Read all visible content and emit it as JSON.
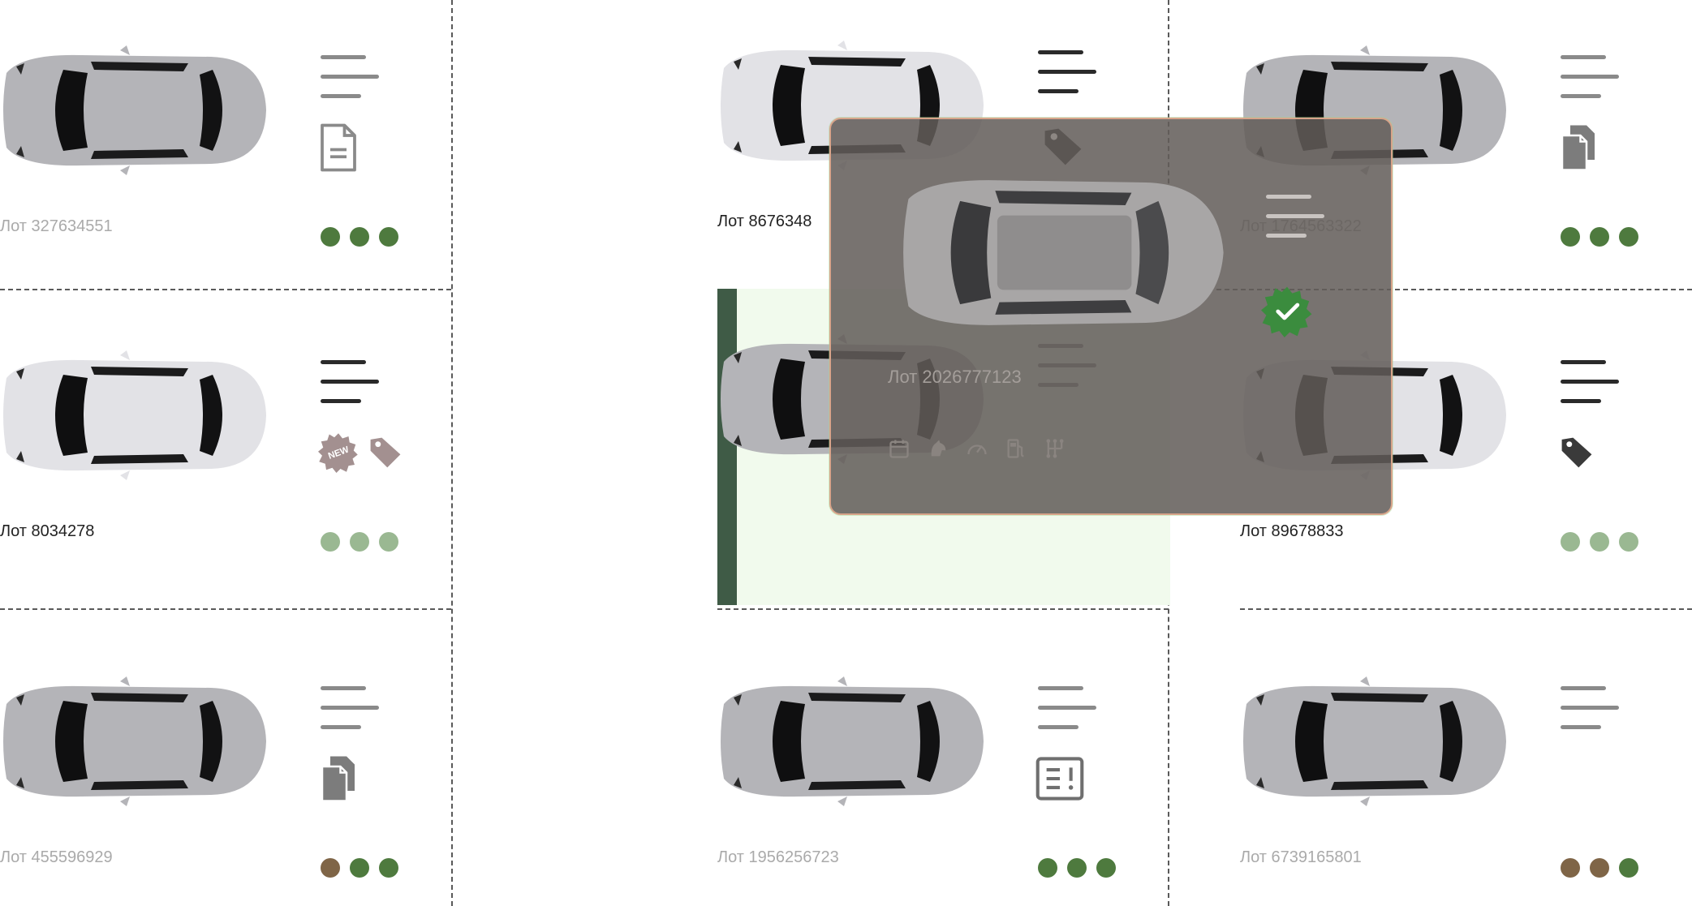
{
  "colors": {
    "green_dot": "#4e7a3e",
    "light_green_dot": "#9ab892",
    "brown_dot": "#7f6547",
    "selected_bar": "#3f5b46",
    "selected_bg": "#f1faed",
    "overlay_bg": "#625c58"
  },
  "lots": [
    {
      "label": "Лот 327634551",
      "label_style": "muted",
      "car_color": "#b4b4b8",
      "lines_color": "#8a8a8a",
      "icons": [
        "document-icon"
      ],
      "dots": [
        "#4e7a3e",
        "#4e7a3e",
        "#4e7a3e"
      ]
    },
    {
      "label": "Лот 8676348",
      "label_style": "dark",
      "car_color": "#e2e2e6",
      "lines_color": "#2a2a2a",
      "icons": [],
      "dots": []
    },
    {
      "label": "Лот 1764563322",
      "label_style": "muted",
      "car_color": "#b4b4b8",
      "lines_color": "#8a8a8a",
      "icons": [
        "copy-document-icon"
      ],
      "dots": [
        "#4e7a3e",
        "#4e7a3e",
        "#4e7a3e"
      ]
    },
    {
      "label": "Лот 8034278",
      "label_style": "dark",
      "car_color": "#e2e2e6",
      "lines_color": "#2a2a2a",
      "icons": [
        "new-badge-icon",
        "price-tag-icon"
      ],
      "dots": [
        "#9ab892",
        "#9ab892",
        "#9ab892"
      ]
    },
    {
      "label": "",
      "label_style": "muted",
      "car_color": "#b4b4b8",
      "lines_color": "#8a8a8a",
      "icons": [],
      "dots": []
    },
    {
      "label": "Лот 89678833",
      "label_style": "dark",
      "car_color": "#e2e2e6",
      "lines_color": "#2a2a2a",
      "icons": [
        "price-tag-icon"
      ],
      "dots": [
        "#9ab892",
        "#9ab892",
        "#9ab892"
      ]
    },
    {
      "label": "Лот 455596929",
      "label_style": "muted",
      "car_color": "#b4b4b8",
      "lines_color": "#8a8a8a",
      "icons": [
        "copy-document-icon"
      ],
      "dots": [
        "#7f6547",
        "#4e7a3e",
        "#4e7a3e"
      ]
    },
    {
      "label": "Лот 1956256723",
      "label_style": "muted",
      "car_color": "#b4b4b8",
      "lines_color": "#8a8a8a",
      "icons": [
        "report-icon"
      ],
      "dots": [
        "#4e7a3e",
        "#4e7a3e",
        "#4e7a3e"
      ]
    },
    {
      "label": "Лот 6739165801",
      "label_style": "muted",
      "car_color": "#b4b4b8",
      "lines_color": "#8a8a8a",
      "icons": [],
      "dots": [
        "#7f6547",
        "#7f6547",
        "#4e7a3e"
      ]
    }
  ],
  "drag_preview": {
    "label": "Лот 2026777123",
    "badge_icon": "verified-check-icon",
    "spec_icons": [
      "calendar-icon",
      "horsepower-icon",
      "speedometer-icon",
      "fuel-icon",
      "transmission-icon"
    ]
  }
}
